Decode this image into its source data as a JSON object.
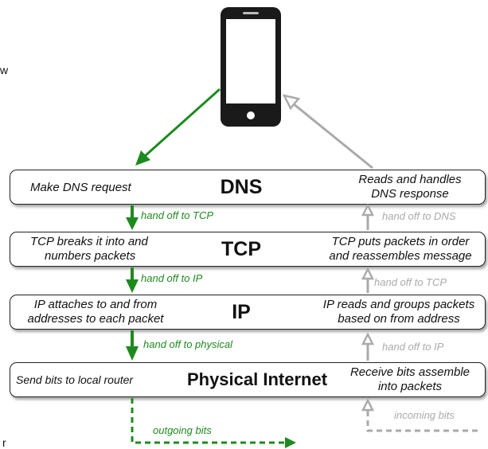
{
  "layers": [
    {
      "title": "DNS",
      "left_text": [
        "Make DNS request"
      ],
      "right_text": [
        "Reads and handles",
        "DNS response"
      ]
    },
    {
      "title": "TCP",
      "left_text": [
        "TCP breaks it into and",
        "numbers packets"
      ],
      "right_text": [
        "TCP puts packets in order",
        "and reassembles message"
      ]
    },
    {
      "title": "IP",
      "left_text": [
        "IP attaches to and from",
        "addresses to each packet"
      ],
      "right_text": [
        "IP reads and groups packets",
        "based on from address"
      ]
    },
    {
      "title": "Physical Internet",
      "left_text": [
        "Send bits to local router"
      ],
      "right_text": [
        "Receive bits assemble",
        "into packets"
      ]
    }
  ],
  "handoffs_down": [
    "hand off to TCP",
    "hand off to IP",
    "hand off to physical"
  ],
  "handoffs_up": [
    "hand off to DNS",
    "hand off to TCP",
    "hand off to IP"
  ],
  "outgoing_label": "outgoing bits",
  "incoming_label": "incoming bits",
  "edge_fragments": [
    "w",
    "r"
  ],
  "colors": {
    "outgoing": "#1e8a1e",
    "incoming": "#aaaaaa",
    "border": "#222222"
  },
  "icons": [
    "smartphone-icon"
  ]
}
